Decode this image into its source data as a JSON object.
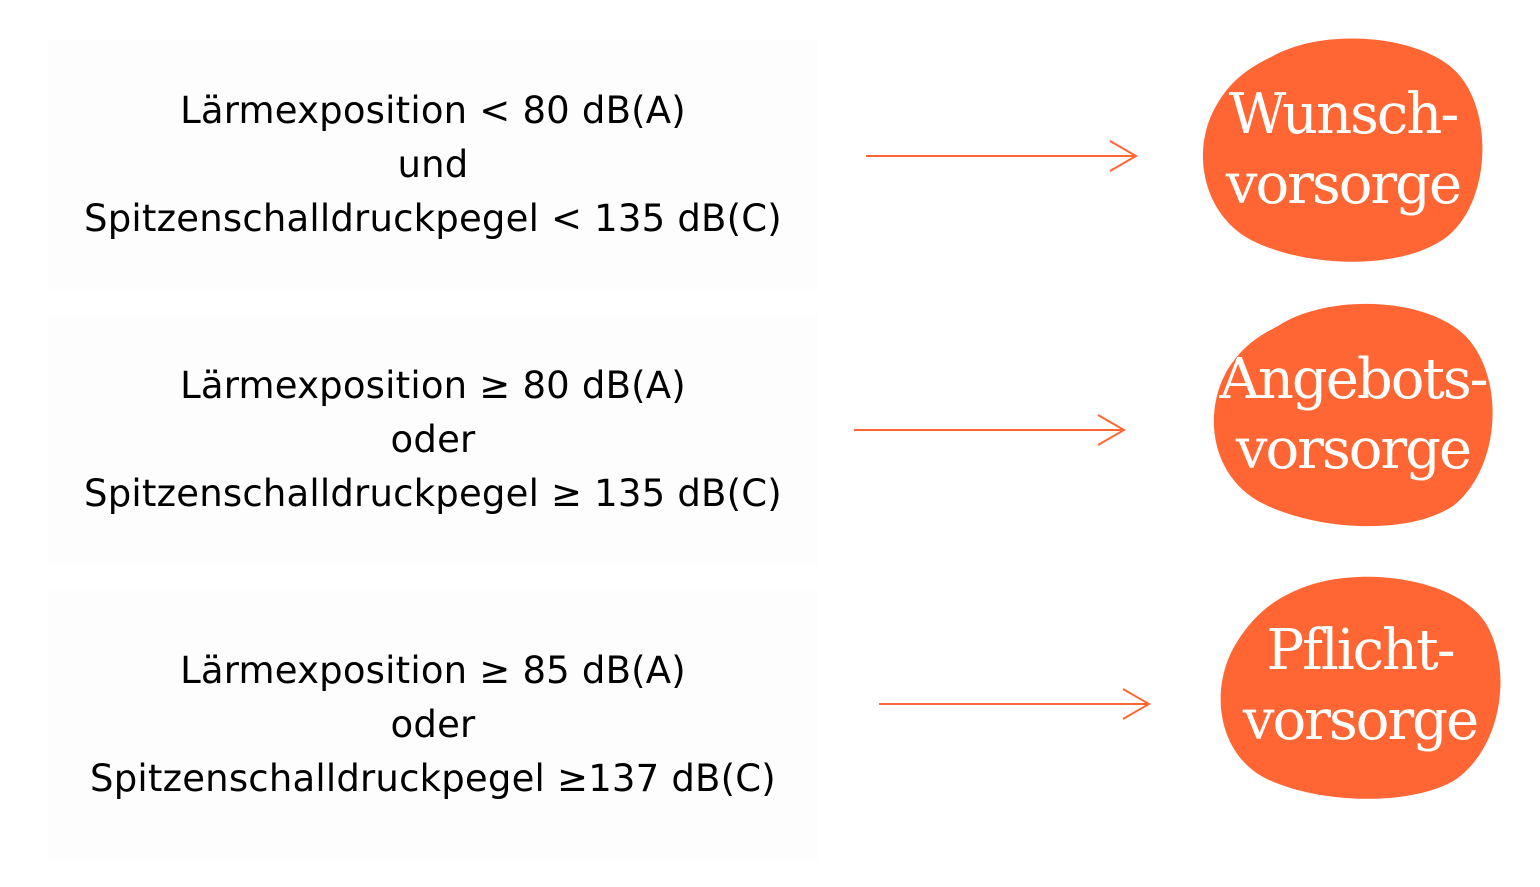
{
  "colors": {
    "accent": "#ff6633",
    "text": "#000000",
    "label": "#ffffff"
  },
  "rows": [
    {
      "condition": [
        "Lärmexposition < 80 dB(A)",
        "und",
        "Spitzenschalldruckpegel < 135 dB(C)"
      ],
      "result": [
        "Wunsch-",
        "vorsorge"
      ]
    },
    {
      "condition": [
        "Lärmexposition ≥ 80 dB(A)",
        "oder",
        "Spitzenschalldruckpegel ≥ 135 dB(C)"
      ],
      "result": [
        "Angebots-",
        "vorsorge"
      ]
    },
    {
      "condition": [
        "Lärmexposition ≥ 85 dB(A)",
        "oder",
        "Spitzenschalldruckpegel ≥137 dB(C)"
      ],
      "result": [
        "Pflicht-",
        "vorsorge"
      ]
    }
  ]
}
